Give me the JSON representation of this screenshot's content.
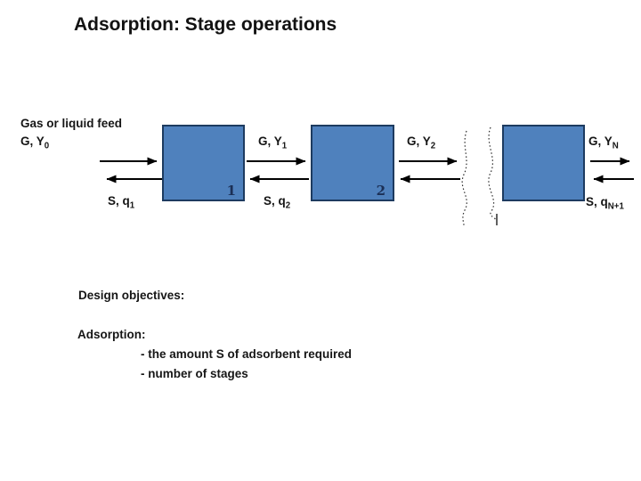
{
  "slide": {
    "title": "Adsorption: Stage operations"
  },
  "labels": {
    "feed": "Gas or liquid feed",
    "gy0": {
      "main": "G, Y",
      "sub": "0"
    },
    "gy1": {
      "main": "G, Y",
      "sub": "1"
    },
    "gy2": {
      "main": "G, Y",
      "sub": "2"
    },
    "gyN": {
      "main": "G, Y",
      "sub": "N"
    },
    "sq1": {
      "main": "S, q",
      "sub": "1"
    },
    "sq2": {
      "main": "S, q",
      "sub": "2"
    },
    "sqN1": {
      "main": "S, q",
      "sub": "N+1"
    }
  },
  "stages": {
    "stage1": "1",
    "stage2": "2"
  },
  "notes": {
    "design": "Design objectives:",
    "adsorption": "Adsorption:",
    "bullet1": "- the amount S of adsorbent required",
    "bullet2": "- number of stages"
  },
  "colors": {
    "box_fill": "#4f81bd",
    "box_border": "#1d3b60",
    "stage_number": "#1b2f55",
    "arrow": "#000000",
    "text": "#161616",
    "background": "#ffffff"
  }
}
